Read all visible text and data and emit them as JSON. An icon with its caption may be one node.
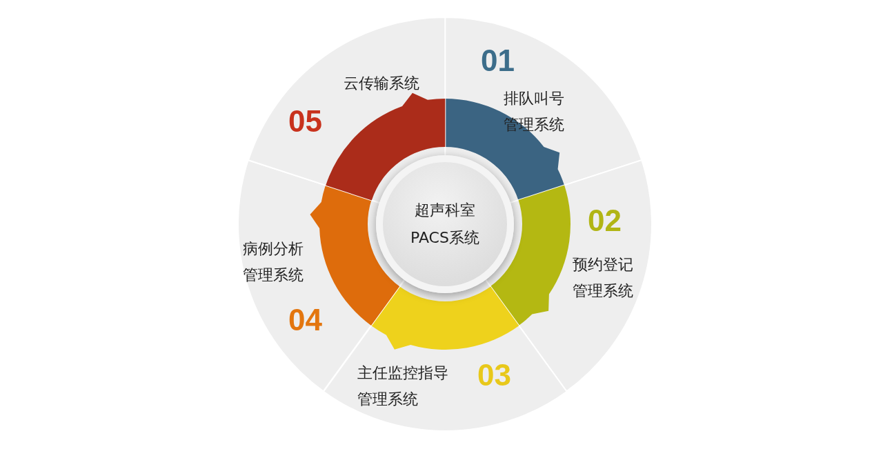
{
  "diagram": {
    "nodes": [
      {
        "text": [
          "超声科室 PACS系统"
        ]
      },
      {
        "text": [
          "01",
          "排队叫号管理系统"
        ]
      },
      {
        "text": [
          "02",
          "预约登记管理系统"
        ]
      },
      {
        "text": [
          "主任监控指导管理系统",
          "03"
        ]
      },
      {
        "text": [
          "病例分析管理系统",
          "04"
        ]
      },
      {
        "text": [
          "05",
          "云传输系统"
        ]
      }
    ]
  }
}
